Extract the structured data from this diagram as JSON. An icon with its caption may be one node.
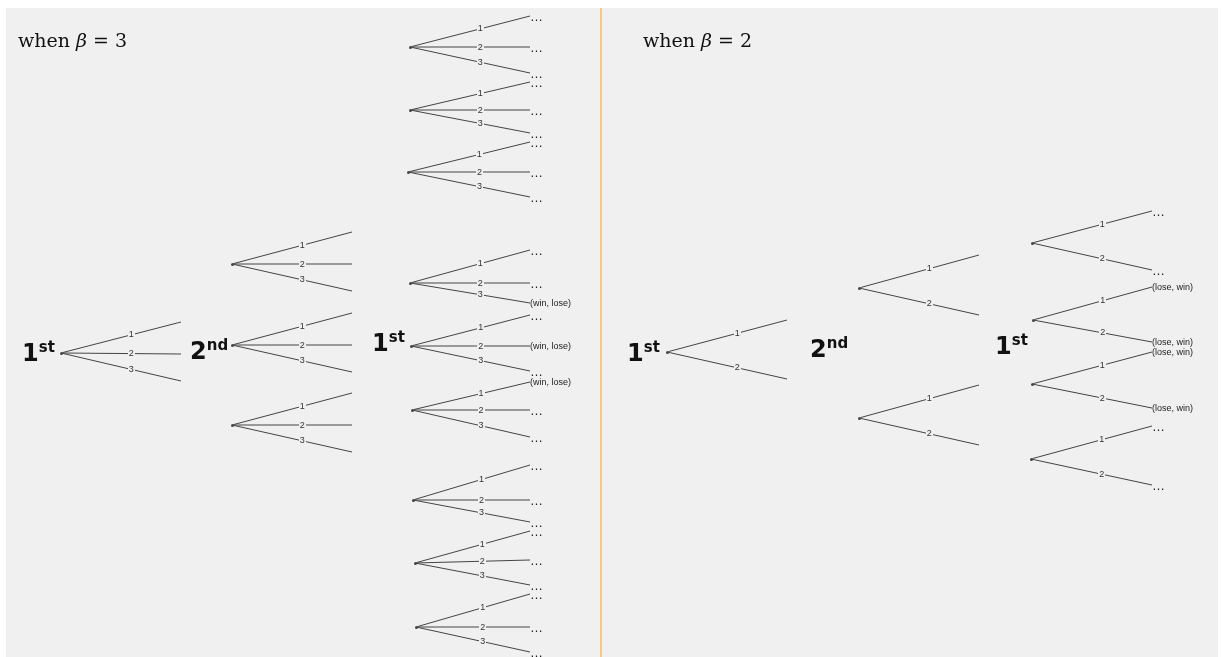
{
  "diagram": {
    "nodes": [
      {
        "text": [],
        "shape": "point"
      },
      {
        "text": [],
        "shape": "point"
      },
      {
        "text": [],
        "shape": "point"
      },
      {
        "text": [],
        "shape": "point"
      },
      {
        "text": [],
        "shape": "point"
      },
      {
        "text": [],
        "shape": "point"
      },
      {
        "text": [],
        "shape": "point"
      },
      {
        "text": [],
        "shape": "point"
      },
      {
        "text": [],
        "shape": "point"
      },
      {
        "text": [],
        "shape": "point"
      },
      {
        "text": [],
        "shape": "point"
      },
      {
        "text": [],
        "shape": "point"
      },
      {
        "text": [],
        "shape": "point"
      },
      {
        "text": [
          "…"
        ]
      },
      {
        "text": [
          "…"
        ]
      },
      {
        "text": [
          "…"
        ]
      },
      {
        "text": [
          "…"
        ]
      },
      {
        "text": [
          "…"
        ]
      },
      {
        "text": [
          "…"
        ]
      },
      {
        "text": [
          "…"
        ]
      },
      {
        "text": [
          "…"
        ]
      },
      {
        "text": [
          "…"
        ]
      },
      {
        "text": [
          "…"
        ]
      },
      {
        "text": [
          "…"
        ]
      },
      {
        "text": [
          "(win, lose)"
        ]
      },
      {
        "text": [
          "…"
        ]
      },
      {
        "text": [
          "(win, lose)"
        ]
      },
      {
        "text": [
          "…"
        ]
      },
      {
        "text": [
          "(win, lose)"
        ]
      },
      {
        "text": [
          "…"
        ]
      },
      {
        "text": [
          "…"
        ]
      },
      {
        "text": [
          "…"
        ]
      },
      {
        "text": [
          "…"
        ]
      },
      {
        "text": [
          "…"
        ]
      },
      {
        "text": [
          "…"
        ]
      },
      {
        "text": [
          "…"
        ]
      },
      {
        "text": [
          "…"
        ]
      },
      {
        "text": [
          "…"
        ]
      },
      {
        "text": [
          "…"
        ]
      },
      {
        "text": [
          "…"
        ]
      },
      {
        "text": [],
        "shape": "point"
      },
      {
        "text": [],
        "shape": "point"
      },
      {
        "text": [],
        "shape": "point"
      },
      {
        "text": [],
        "shape": "point"
      },
      {
        "text": [],
        "shape": "point"
      },
      {
        "text": [],
        "shape": "point"
      },
      {
        "text": [],
        "shape": "point"
      },
      {
        "text": [
          "…"
        ]
      },
      {
        "text": [
          "…"
        ]
      },
      {
        "text": [
          "(lose, win)"
        ]
      },
      {
        "text": [
          "(lose, win)"
        ]
      },
      {
        "text": [
          "(lose, win)"
        ]
      },
      {
        "text": [
          "(lose, win)"
        ]
      },
      {
        "text": [
          "…"
        ]
      },
      {
        "text": [
          "…"
        ]
      }
    ],
    "edges": [
      {
        "from": 0,
        "to": null,
        "arrow": "none",
        "label": "1"
      },
      {
        "from": 0,
        "to": null,
        "arrow": "none",
        "label": "2"
      },
      {
        "from": 0,
        "to": null,
        "arrow": "none",
        "label": "3"
      },
      {
        "from": 1,
        "to": null,
        "arrow": "none",
        "label": "1"
      },
      {
        "from": 1,
        "to": null,
        "arrow": "none",
        "label": "2"
      },
      {
        "from": 1,
        "to": null,
        "arrow": "none",
        "label": "3"
      },
      {
        "from": 2,
        "to": null,
        "arrow": "none",
        "label": "1"
      },
      {
        "from": 2,
        "to": null,
        "arrow": "none",
        "label": "2"
      },
      {
        "from": 2,
        "to": null,
        "arrow": "none",
        "label": "3"
      },
      {
        "from": 3,
        "to": null,
        "arrow": "none",
        "label": "1"
      },
      {
        "from": 3,
        "to": null,
        "arrow": "none",
        "label": "2"
      },
      {
        "from": 3,
        "to": null,
        "arrow": "none",
        "label": "3"
      },
      {
        "from": 4,
        "to": 13,
        "arrow": "none",
        "label": "1"
      },
      {
        "from": 4,
        "to": 14,
        "arrow": "none",
        "label": "2"
      },
      {
        "from": 4,
        "to": 15,
        "arrow": "none",
        "label": "3"
      },
      {
        "from": 5,
        "to": 16,
        "arrow": "none",
        "label": "1"
      },
      {
        "from": 5,
        "to": 17,
        "arrow": "none",
        "label": "2"
      },
      {
        "from": 5,
        "to": 18,
        "arrow": "none",
        "label": "3"
      },
      {
        "from": 6,
        "to": 19,
        "arrow": "none",
        "label": "1"
      },
      {
        "from": 6,
        "to": 20,
        "arrow": "none",
        "label": "2"
      },
      {
        "from": 6,
        "to": 21,
        "arrow": "none",
        "label": "3"
      },
      {
        "from": 7,
        "to": 22,
        "arrow": "none",
        "label": "1"
      },
      {
        "from": 7,
        "to": 23,
        "arrow": "none",
        "label": "2"
      },
      {
        "from": 7,
        "to": 24,
        "arrow": "none",
        "label": "3"
      },
      {
        "from": 8,
        "to": 25,
        "arrow": "none",
        "label": "1"
      },
      {
        "from": 8,
        "to": 26,
        "arrow": "none",
        "label": "2"
      },
      {
        "from": 8,
        "to": 27,
        "arrow": "none",
        "label": "3"
      },
      {
        "from": 9,
        "to": 28,
        "arrow": "none",
        "label": "1"
      },
      {
        "from": 9,
        "to": 29,
        "arrow": "none",
        "label": "2"
      },
      {
        "from": 9,
        "to": 30,
        "arrow": "none",
        "label": "3"
      },
      {
        "from": 10,
        "to": 31,
        "arrow": "none",
        "label": "1"
      },
      {
        "from": 10,
        "to": 32,
        "arrow": "none",
        "label": "2"
      },
      {
        "from": 10,
        "to": 33,
        "arrow": "none",
        "label": "3"
      },
      {
        "from": 11,
        "to": 34,
        "arrow": "none",
        "label": "1"
      },
      {
        "from": 11,
        "to": 35,
        "arrow": "none",
        "label": "2"
      },
      {
        "from": 11,
        "to": 36,
        "arrow": "none",
        "label": "3"
      },
      {
        "from": 12,
        "to": 37,
        "arrow": "none",
        "label": "1"
      },
      {
        "from": 12,
        "to": 38,
        "arrow": "none",
        "label": "2"
      },
      {
        "from": 12,
        "to": 39,
        "arrow": "none",
        "label": "3"
      },
      {
        "from": 40,
        "to": null,
        "arrow": "none",
        "label": "1"
      },
      {
        "from": 40,
        "to": null,
        "arrow": "none",
        "label": "2"
      },
      {
        "from": 41,
        "to": null,
        "arrow": "none",
        "label": "1"
      },
      {
        "from": 41,
        "to": null,
        "arrow": "none",
        "label": "2"
      },
      {
        "from": 42,
        "to": null,
        "arrow": "none",
        "label": "1"
      },
      {
        "from": 42,
        "to": null,
        "arrow": "none",
        "label": "2"
      },
      {
        "from": 43,
        "to": 47,
        "arrow": "none",
        "label": "1"
      },
      {
        "from": 43,
        "to": 48,
        "arrow": "none",
        "label": "2"
      },
      {
        "from": 44,
        "to": 49,
        "arrow": "none",
        "label": "1"
      },
      {
        "from": 44,
        "to": 50,
        "arrow": "none",
        "label": "2"
      },
      {
        "from": 45,
        "to": 51,
        "arrow": "none",
        "label": "1"
      },
      {
        "from": 45,
        "to": 52,
        "arrow": "none",
        "label": "2"
      },
      {
        "from": 46,
        "to": 53,
        "arrow": "none",
        "label": "1"
      },
      {
        "from": 46,
        "to": 54,
        "arrow": "none",
        "label": "2"
      }
    ],
    "labels": [
      "when *β* = 3",
      "1$^{st}$",
      "2$^{nd}$",
      "1$^{st}$",
      "when *β* = 2",
      "1$^{st}$",
      "2$^{nd}$",
      "1$^{st}$"
    ]
  }
}
